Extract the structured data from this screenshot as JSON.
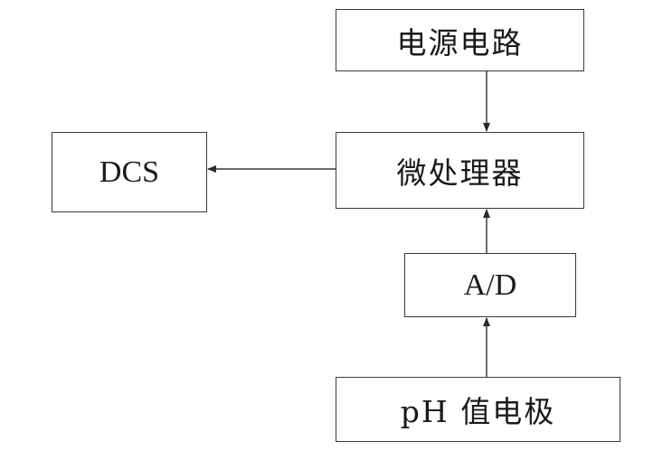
{
  "diagram": {
    "nodes": {
      "power": {
        "label": "电源电路"
      },
      "cpu": {
        "label": "微处理器"
      },
      "dcs": {
        "label": "DCS"
      },
      "ad": {
        "label": "A/D"
      },
      "ph": {
        "label": "pH 值电极"
      }
    },
    "edges": [
      {
        "from": "power",
        "to": "cpu"
      },
      {
        "from": "cpu",
        "to": "dcs"
      },
      {
        "from": "ad",
        "to": "cpu"
      },
      {
        "from": "ph",
        "to": "ad"
      }
    ],
    "colors": {
      "stroke": "#3a3a3a",
      "text": "#1a1a1a",
      "background": "#ffffff"
    }
  }
}
